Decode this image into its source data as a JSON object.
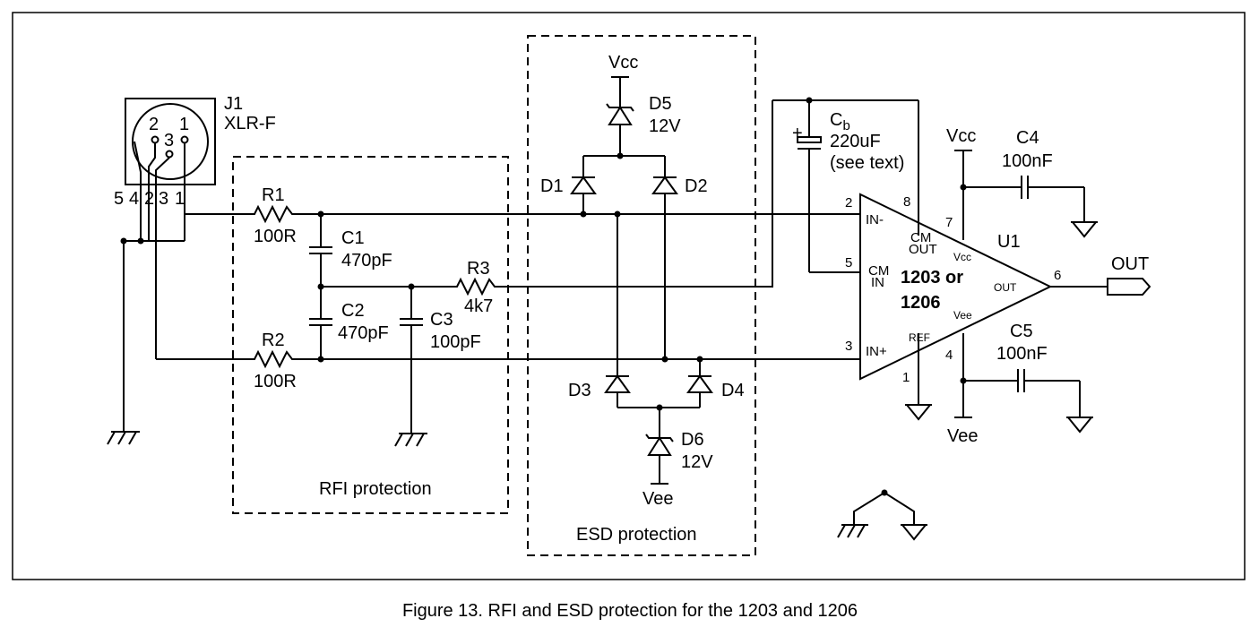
{
  "caption": "Figure 13. RFI and ESD protection for the 1203 and 1206",
  "connector": {
    "ref": "J1",
    "type": "XLR-F",
    "pin_labels": [
      "2",
      "3",
      "1"
    ],
    "wire_labels": [
      "5",
      "4",
      "2",
      "3",
      "1"
    ]
  },
  "resistors": {
    "r1": {
      "ref": "R1",
      "value": "100R"
    },
    "r2": {
      "ref": "R2",
      "value": "100R"
    },
    "r3": {
      "ref": "R3",
      "value": "4k7"
    }
  },
  "capacitors": {
    "c1": {
      "ref": "C1",
      "value": "470pF"
    },
    "c2": {
      "ref": "C2",
      "value": "470pF"
    },
    "c3": {
      "ref": "C3",
      "value": "100pF"
    },
    "c4": {
      "ref": "C4",
      "value": "100nF"
    },
    "c5": {
      "ref": "C5",
      "value": "100nF"
    },
    "cb": {
      "ref_main": "C",
      "ref_sub": "b",
      "value": "220uF",
      "note": "(see text)",
      "polarity": "+"
    }
  },
  "diodes": {
    "d1": "D1",
    "d2": "D2",
    "d3": "D3",
    "d4": "D4",
    "d5": {
      "ref": "D5",
      "value": "12V"
    },
    "d6": {
      "ref": "D6",
      "value": "12V"
    }
  },
  "rails": {
    "vcc_esd": "Vcc",
    "vee_esd": "Vee",
    "vcc_amp": "Vcc",
    "vee_amp": "Vee"
  },
  "amplifier": {
    "ref": "U1",
    "part_line1": "1203 or",
    "part_line2": "1206",
    "pins": {
      "in_minus": "IN-",
      "in_plus": "IN+",
      "cm_out_1": "CM",
      "cm_out_2": "OUT",
      "cm_in_1": "CM",
      "cm_in_2": "IN",
      "vcc": "Vcc",
      "vee": "Vee",
      "out": "OUT",
      "ref": "REF"
    },
    "pin_numbers": {
      "in_minus": "2",
      "in_plus": "3",
      "cm_out": "8",
      "cm_in": "5",
      "vcc": "7",
      "vee": "4",
      "ref": "1",
      "out": "6"
    }
  },
  "output_label": "OUT",
  "blocks": {
    "rfi": "RFI protection",
    "esd": "ESD protection"
  }
}
